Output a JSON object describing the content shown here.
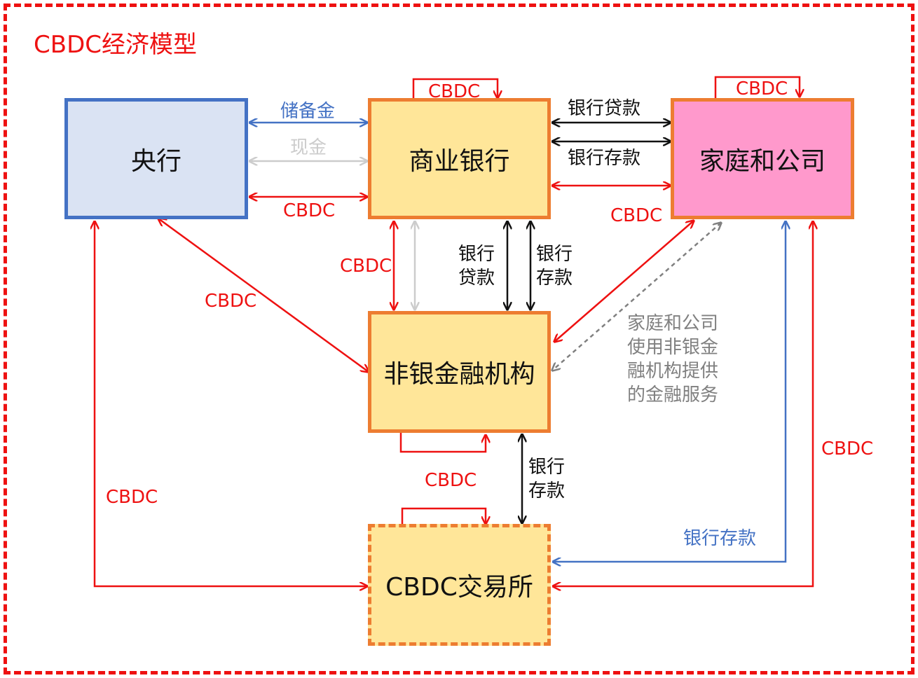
{
  "title": "CBDC经济模型",
  "nodes": {
    "central_bank": "央行",
    "commercial_bank": "商业银行",
    "households": "家庭和公司",
    "nonbank": "非银金融机构",
    "exchange": "CBDC交易所"
  },
  "labels": {
    "reserves": "储备金",
    "cash": "现金",
    "cbdc": "CBDC",
    "bank_loans": "银行贷款",
    "bank_deposits": "银行存款",
    "bank_loans_stacked": [
      "银行",
      "贷款"
    ],
    "bank_deposits_stacked": [
      "银行",
      "存款"
    ],
    "nonbank_service_note": [
      "家庭和公司",
      "使用非银金",
      "融机构提供",
      "的金融服务"
    ]
  },
  "colors": {
    "cbdc_flow": "#ee1111",
    "reserves_flow": "#4472c4",
    "cash_flow": "#cccccc",
    "bank_flow": "#111111",
    "service_flow": "#808080",
    "central_bank_fill": "#dae3f3",
    "bank_fill": "#ffe699",
    "households_fill": "#ff99cc"
  }
}
